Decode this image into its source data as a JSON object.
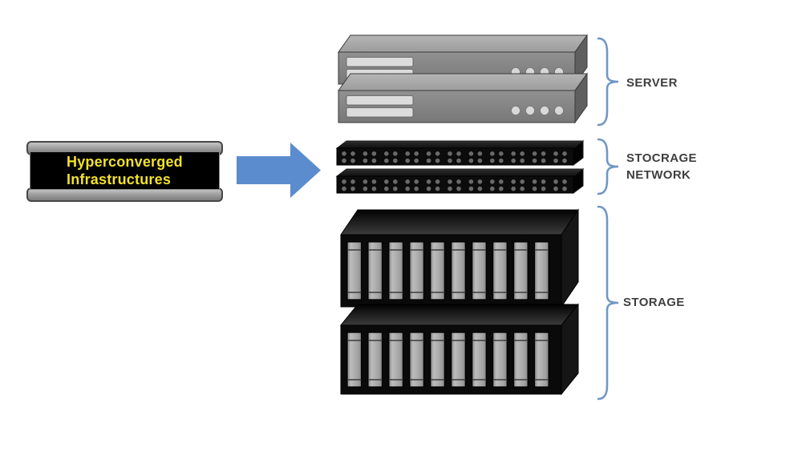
{
  "source_box": {
    "line1": "Hyperconverged",
    "line2": "Infrastructures",
    "text_color": "#f2e129"
  },
  "arrow": {
    "direction": "right",
    "color": "#5b8ccd"
  },
  "braces": {
    "color": "#7097c4"
  },
  "labels": {
    "server": "SERVER",
    "storage_network_line1": "STOCRAGE",
    "storage_network_line2": "NETWORK",
    "storage": "STORAGE"
  },
  "devices": {
    "servers": {
      "count": 2,
      "slots_per_server": 2,
      "leds_per_server": 4
    },
    "switches": {
      "count": 2,
      "port_rows": 2,
      "port_pairs_per_row": 11
    },
    "disk_arrays": {
      "count": 2,
      "drives_per_array": 10
    }
  },
  "colors": {
    "label": "#3f3f3f",
    "outline_gray": "#3a3a3a",
    "server_front_light": "#919191",
    "server_front_dark": "#787878",
    "server_top_light": "#b5b5b5",
    "server_top_dark": "#9d9d9d",
    "server_side": "#5f5f5f",
    "slot": "#dcdcdc",
    "led": "#d8d8d8",
    "switch_front": "#0c0c0c",
    "switch_top_light": "#2e2e2e",
    "switch_top_dark": "#101010",
    "switch_side": "#030303",
    "port": "#6a6a6a",
    "array_front": "#0a0a0a",
    "array_top_light": "#3c3c3c",
    "array_top_dark": "#020202",
    "array_side": "#161616",
    "drive_light": "#bcbcbc",
    "drive_mid": "#a3a3a3",
    "drive_dark": "#8a8a8a",
    "drive_line": "#3c3c3c"
  }
}
